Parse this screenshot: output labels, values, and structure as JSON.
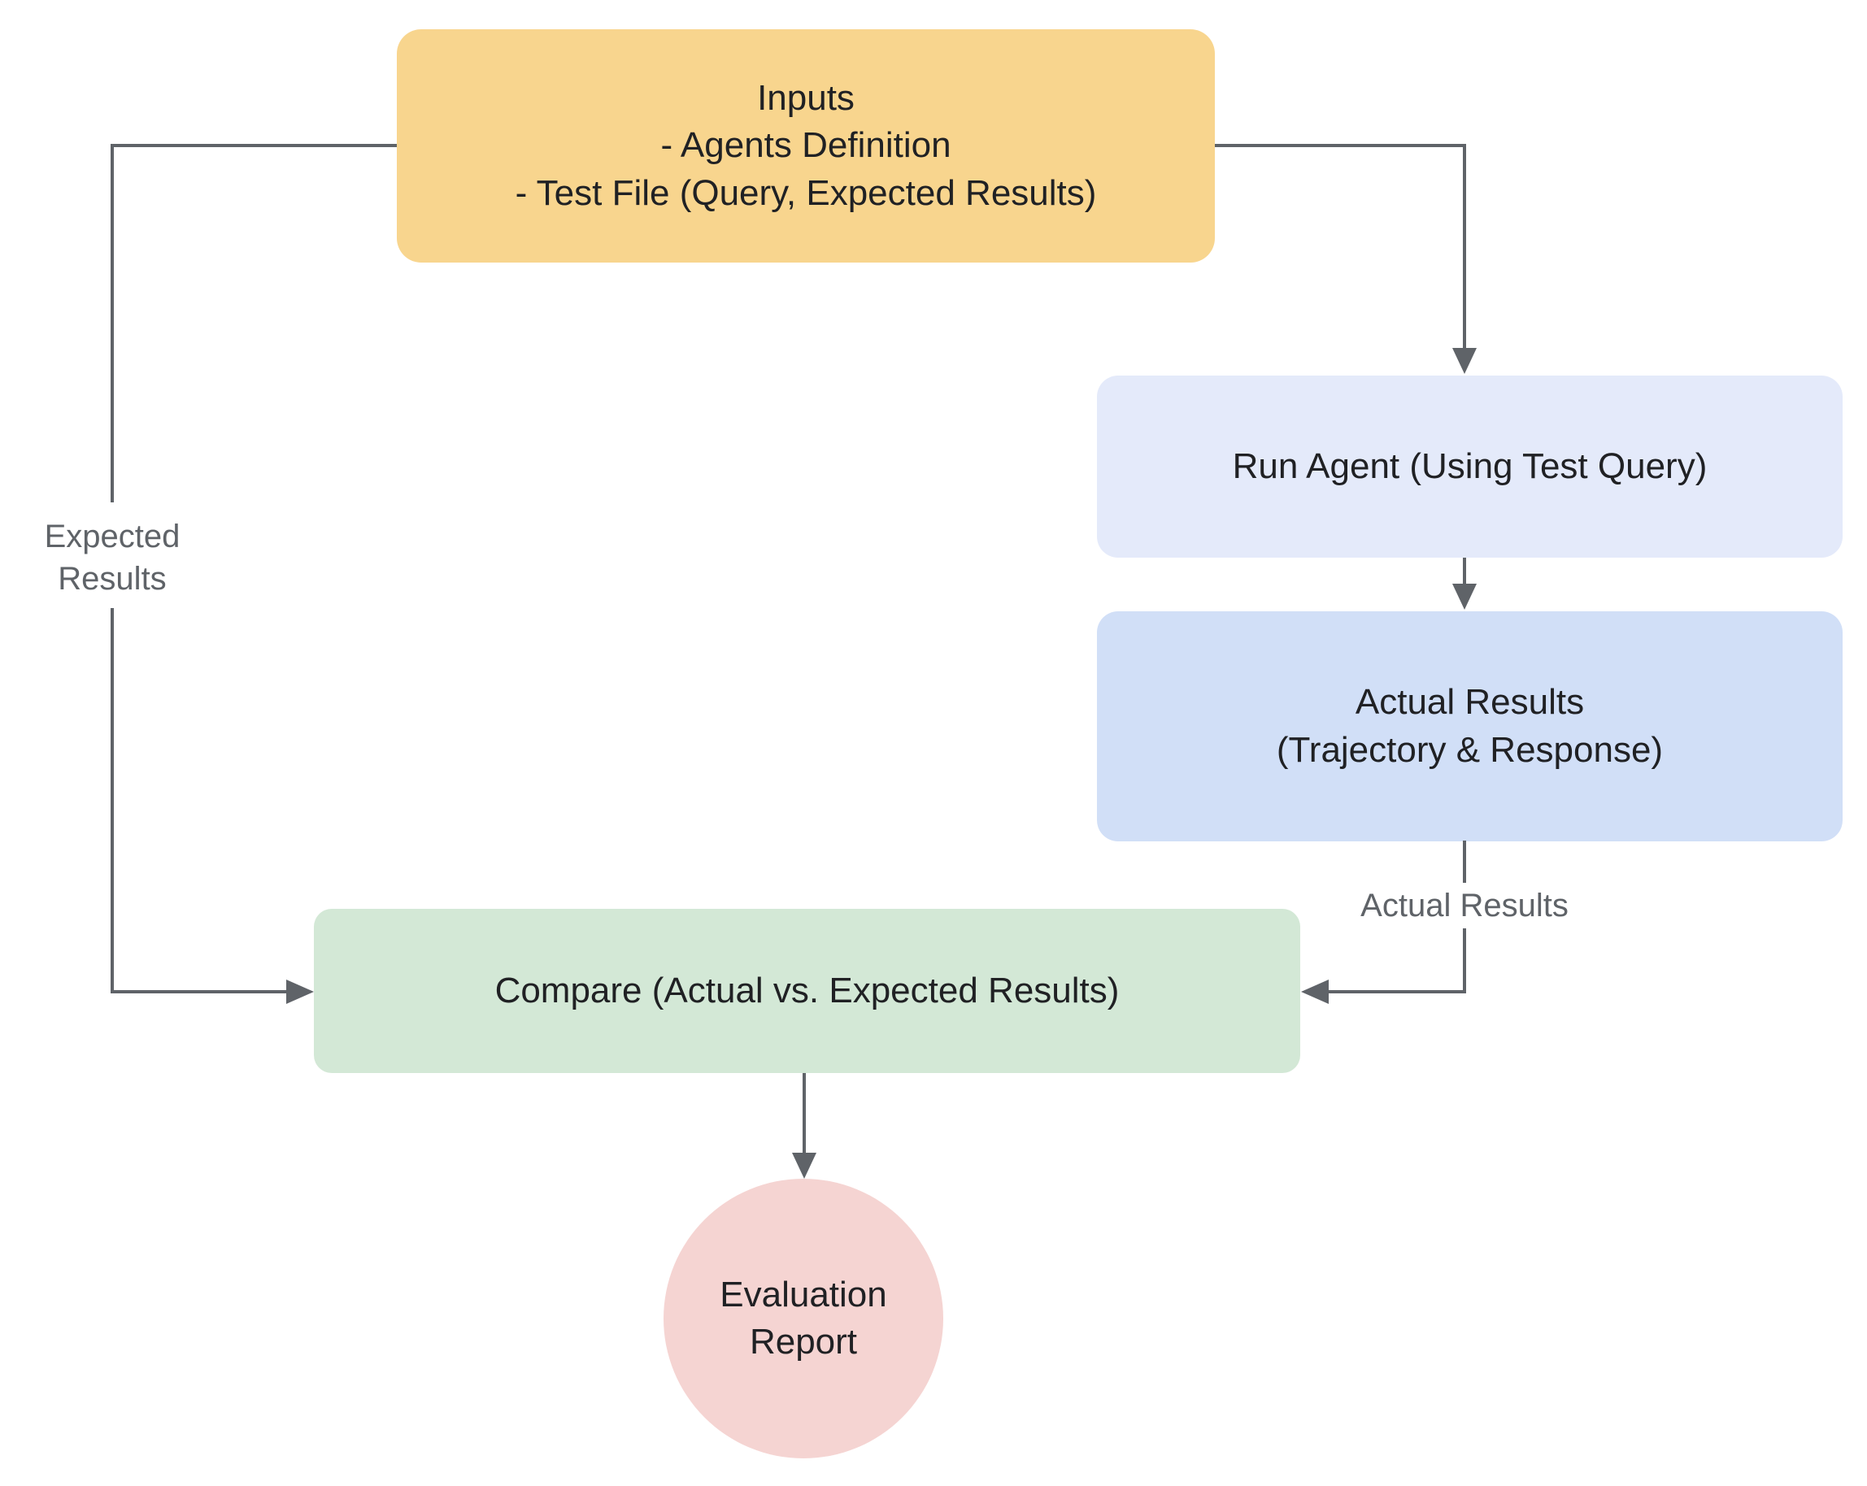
{
  "diagram": {
    "background_color": "#FFFFFF",
    "line_color": "#5F6368",
    "node_text_color": "#202124",
    "edge_label_color": "#5F6368",
    "nodes": {
      "inputs": {
        "shape": "rounded-rect",
        "fill": "#F8D58E",
        "lines": [
          "Inputs",
          "- Agents Definition",
          "- Test File (Query, Expected Results)"
        ]
      },
      "run_agent": {
        "shape": "rounded-rect",
        "fill": "#E4EAFA",
        "lines": [
          "Run Agent (Using Test Query)"
        ]
      },
      "actual_results": {
        "shape": "rounded-rect",
        "fill": "#D1DFF7",
        "lines": [
          "Actual Results",
          "(Trajectory & Response)"
        ]
      },
      "compare": {
        "shape": "rounded-rect",
        "fill": "#D3E8D6",
        "lines": [
          "Compare (Actual vs. Expected Results)"
        ]
      },
      "evaluation_report": {
        "shape": "circle",
        "fill": "#F5D4D2",
        "lines": [
          "Evaluation",
          "Report"
        ]
      }
    },
    "edges": [
      {
        "from": "Inputs",
        "to": "Run Agent",
        "label": ""
      },
      {
        "from": "Run Agent",
        "to": "Actual Results",
        "label": ""
      },
      {
        "from": "Actual Results",
        "to": "Compare",
        "label": "Actual Results"
      },
      {
        "from": "Inputs",
        "to": "Compare",
        "label": "Expected Results"
      },
      {
        "from": "Compare",
        "to": "Evaluation Report",
        "label": ""
      }
    ],
    "edge_labels": {
      "expected_results": {
        "lines": [
          "Expected",
          "Results"
        ]
      },
      "actual_results": {
        "lines": [
          "Actual Results"
        ]
      }
    }
  }
}
